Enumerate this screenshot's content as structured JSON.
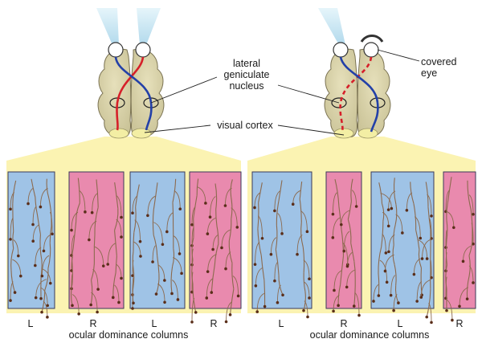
{
  "labels": {
    "lgn": [
      "lateral",
      "geniculate",
      "nucleus"
    ],
    "visual_cortex": "visual cortex",
    "covered_eye": [
      "covered",
      "eye"
    ]
  },
  "panels": [
    {
      "columns": [
        {
          "letter": "L",
          "eye": "left"
        },
        {
          "letter": "R",
          "eye": "right"
        },
        {
          "letter": "L",
          "eye": "left"
        },
        {
          "letter": "R",
          "eye": "right"
        }
      ],
      "caption": "ocular dominance columns"
    },
    {
      "columns": [
        {
          "letter": "L",
          "eye": "left"
        },
        {
          "letter": "R",
          "eye": "right"
        },
        {
          "letter": "L",
          "eye": "left"
        },
        {
          "letter": "R",
          "eye": "right"
        }
      ],
      "caption": "ocular dominance columns"
    }
  ],
  "colors": {
    "left_column": "#9fc3e6",
    "right_column": "#e98aae",
    "cortex_band": "#fbf3b2",
    "brain": "#d9d3a9",
    "left_pathway": "#2340a8",
    "right_pathway": "#d6202a",
    "visual_field": "#cfe9f3",
    "axon": "#8c6a4e"
  }
}
